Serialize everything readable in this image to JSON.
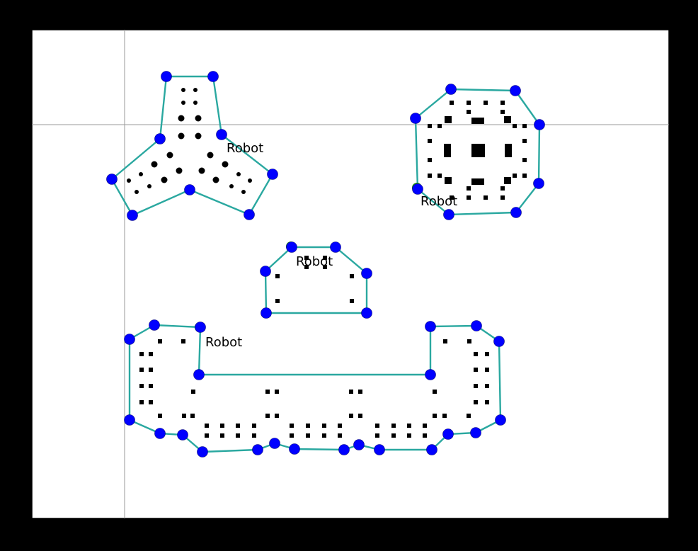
{
  "diagram": {
    "robots": [
      {
        "label": "Robot"
      },
      {
        "label": "Robot"
      },
      {
        "label": "Robot"
      },
      {
        "label": "Robot"
      }
    ]
  }
}
